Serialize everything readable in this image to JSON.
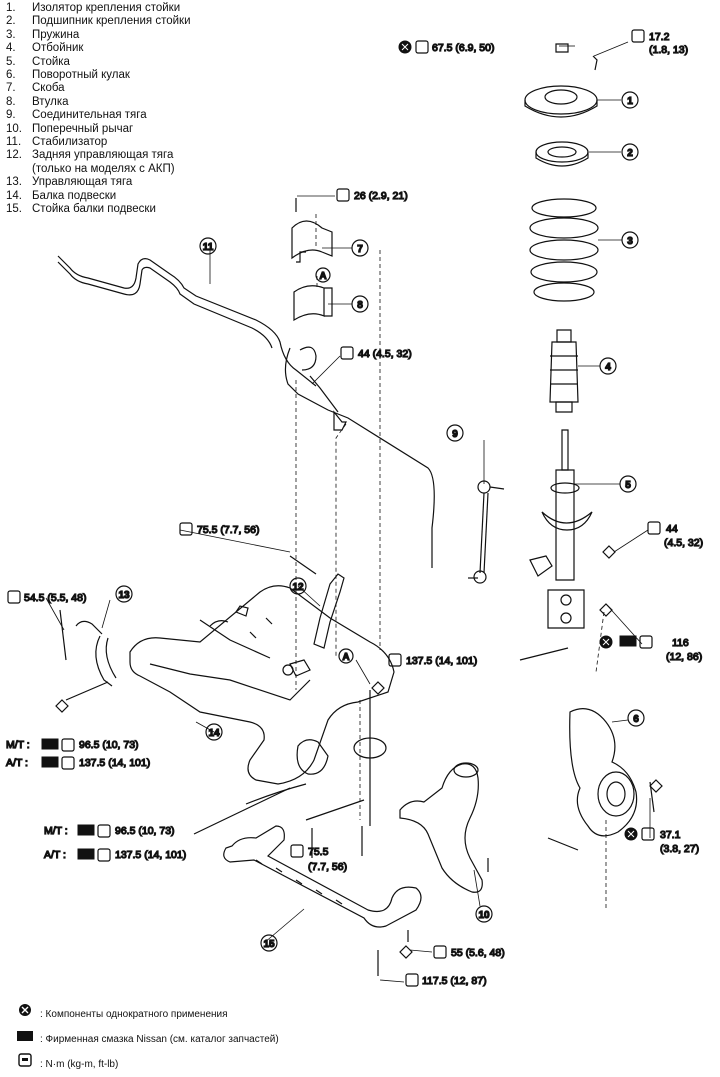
{
  "legend": [
    {
      "num": "1.",
      "label": "Изолятор крепления стойки"
    },
    {
      "num": "2.",
      "label": "Подшипник крепления стойки"
    },
    {
      "num": "3.",
      "label": "Пружина"
    },
    {
      "num": "4.",
      "label": "Отбойник"
    },
    {
      "num": "5.",
      "label": "Стойка"
    },
    {
      "num": "6.",
      "label": "Поворотный кулак"
    },
    {
      "num": "7.",
      "label": "Скоба"
    },
    {
      "num": "8.",
      "label": "Втулка"
    },
    {
      "num": "9.",
      "label": "Соединительная тяга"
    },
    {
      "num": "10.",
      "label": "Поперечный рычаг"
    },
    {
      "num": "11.",
      "label": "Стабилизатор"
    },
    {
      "num": "12.",
      "label": "Задняя управляющая тяга"
    },
    {
      "num": "",
      "label": "(только на моделях с АКП)"
    },
    {
      "num": "13.",
      "label": "Управляющая тяга"
    },
    {
      "num": "14.",
      "label": "Балка подвески"
    },
    {
      "num": "15.",
      "label": "Стойка балки подвески"
    }
  ],
  "torques": {
    "t1": "67.5 (6.9, 50)",
    "t2a": "17.2",
    "t2b": "(1.8, 13)",
    "t3": "26 (2.9, 21)",
    "t4": "44 (4.5, 32)",
    "t5a": "44",
    "t5b": "(4.5, 32)",
    "t6": "75.5 (7.7, 56)",
    "t7": "54.5 (5.5, 48)",
    "t8": "137.5 (14, 101)",
    "t9a": "116",
    "t9b": "(12, 86)",
    "t10a": "37.1",
    "t10b": "(3.8, 27)",
    "t11a": "75.5",
    "t11b": "(7.7, 56)",
    "t12": "55 (5.6, 48)",
    "t13": "117.5 (12, 87)",
    "mt1_label": "M/T :",
    "mt1_value": "96.5 (10, 73)",
    "at1_label": "A/T :",
    "at1_value": "137.5 (14, 101)",
    "mt2_label": "M/T :",
    "mt2_value": "96.5 (10, 73)",
    "at2_label": "A/T :",
    "at2_value": "137.5 (14, 101)"
  },
  "callouts": {
    "c1": "1",
    "c2": "2",
    "c3": "3",
    "c4": "4",
    "c5": "5",
    "c6": "6",
    "c7": "7",
    "c8": "8",
    "c9": "9",
    "c10": "10",
    "c11": "11",
    "c12": "12",
    "c13": "13",
    "c14": "14",
    "c15": "15",
    "refA1": "A",
    "refA2": "A"
  },
  "key": {
    "single_use": ": Компоненты однократного применения",
    "grease": ": Фирменная смазка Nissan (см. каталог запчастей)",
    "torque_units": ": N·m (kg-m, ft-lb)"
  },
  "colors": {
    "ink": "#111111",
    "background": "#ffffff"
  }
}
